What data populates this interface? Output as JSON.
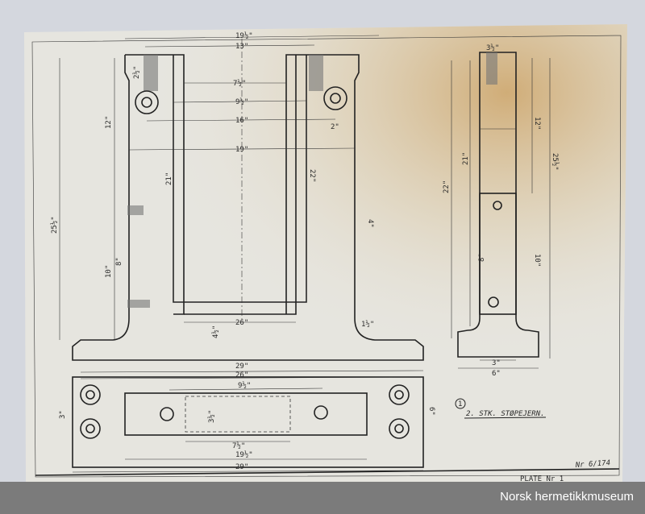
{
  "drawing": {
    "front_view_dims": [
      "19½\"",
      "13\"",
      "7½\"",
      "9½\"",
      "16\"",
      "19\"",
      "12\"",
      "21\"",
      "22\"",
      "25½\"",
      "8\"",
      "10\"",
      "26\"",
      "29\"",
      "4½\"",
      "1½\"",
      "2½\"",
      "4\"",
      "2\""
    ],
    "plan_view_dims": [
      "26\"",
      "9½\"",
      "29\"",
      "19½\"",
      "7½\"",
      "3½\"",
      "3\"",
      "6\""
    ],
    "side_view_dims": [
      "3½\"",
      "21\"",
      "22\"",
      "25½\"",
      "12\"",
      "10\"",
      "8\"",
      "3\"",
      "6\""
    ],
    "part_number": "1",
    "part_title": "2. STK. STØPEJERN.",
    "drawing_number": "Nr 6/174",
    "plate_label": "PLATE Nr 1"
  },
  "footer": {
    "credit": "Norsk hermetikkmuseum"
  }
}
